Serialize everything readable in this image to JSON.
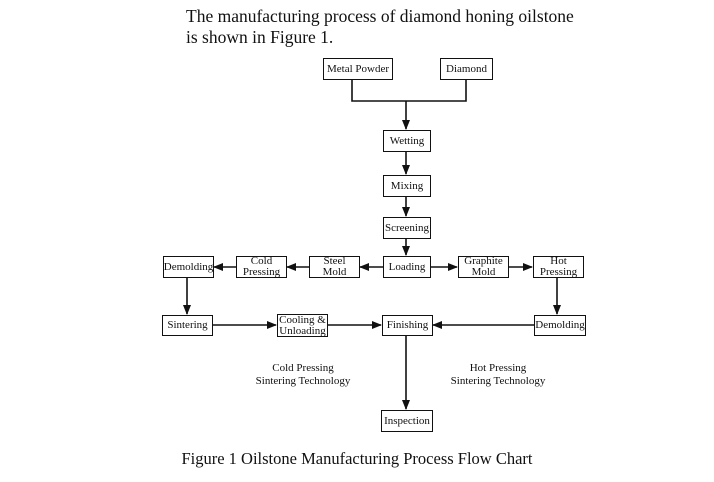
{
  "intro_text": "The manufacturing process of diamond honing oilstone is shown in Figure 1.",
  "nodes": {
    "metal_powder": "Metal Powder",
    "diamond": "Diamond",
    "wetting": "Wetting",
    "mixing": "Mixing",
    "screening": "Screening",
    "loading": "Loading",
    "steel_mold": "Steel\nMold",
    "cold_pressing": "Cold\nPressing",
    "demolding_cold": "Demolding",
    "graphite_mold": "Graphite\nMold",
    "hot_pressing": "Hot\nPressing",
    "sintering": "Sintering",
    "cooling_unloading": "Cooling &\nUnloading",
    "finishing": "Finishing",
    "demolding_hot": "Demolding",
    "inspection": "Inspection"
  },
  "branch_labels": {
    "cold": "Cold Pressing\nSintering Technology",
    "hot": "Hot Pressing\nSintering Technology"
  },
  "edges": [
    [
      "metal_powder",
      "wetting"
    ],
    [
      "diamond",
      "wetting"
    ],
    [
      "wetting",
      "mixing"
    ],
    [
      "mixing",
      "screening"
    ],
    [
      "screening",
      "loading"
    ],
    [
      "loading",
      "steel_mold"
    ],
    [
      "steel_mold",
      "cold_pressing"
    ],
    [
      "cold_pressing",
      "demolding_cold"
    ],
    [
      "demolding_cold",
      "sintering"
    ],
    [
      "sintering",
      "cooling_unloading"
    ],
    [
      "cooling_unloading",
      "finishing"
    ],
    [
      "loading",
      "graphite_mold"
    ],
    [
      "graphite_mold",
      "hot_pressing"
    ],
    [
      "hot_pressing",
      "demolding_hot"
    ],
    [
      "demolding_hot",
      "finishing"
    ],
    [
      "finishing",
      "inspection"
    ]
  ],
  "caption": "Figure 1 Oilstone Manufacturing Process Flow Chart"
}
